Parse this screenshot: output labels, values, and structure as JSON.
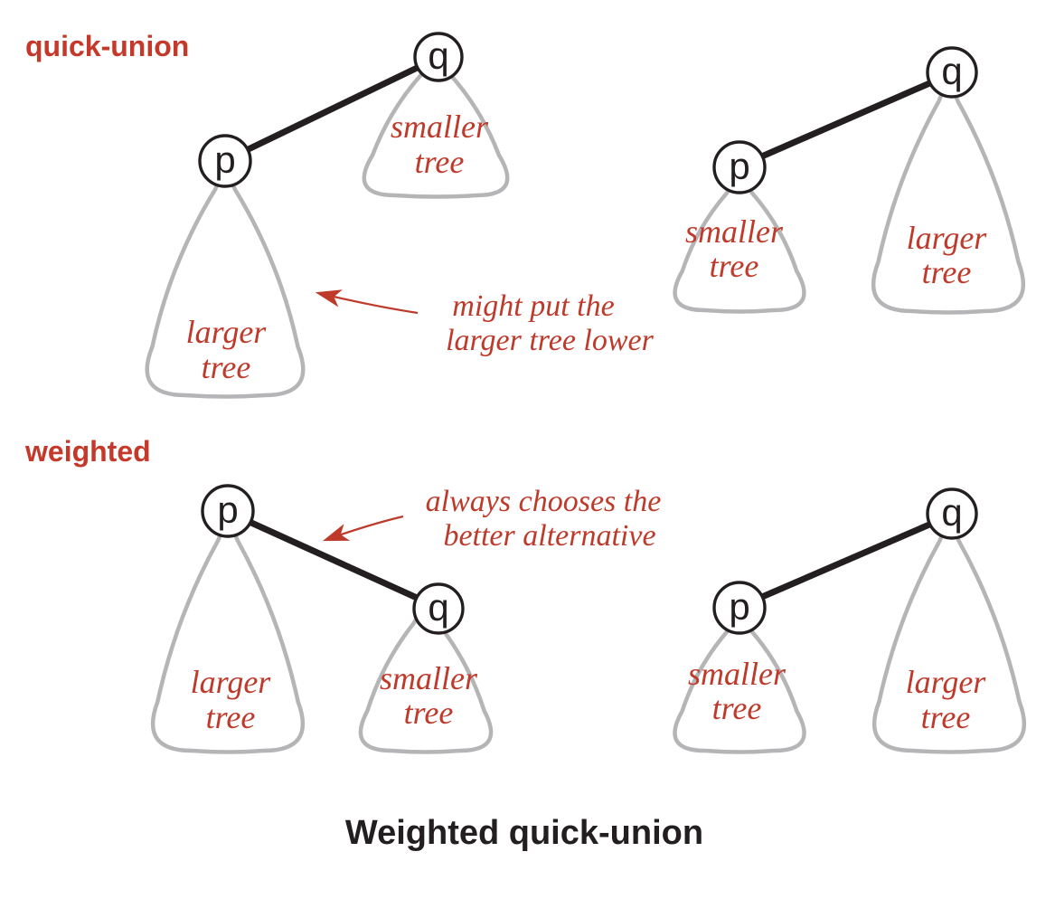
{
  "sections": {
    "quick_union_label": "quick-union",
    "weighted_label": "weighted"
  },
  "caption": "Weighted quick-union",
  "nodes": {
    "p": "p",
    "q": "q"
  },
  "tree_labels": {
    "smaller": {
      "line1": "smaller",
      "line2": "tree"
    },
    "larger": {
      "line1": "larger",
      "line2": "tree"
    }
  },
  "annotations": {
    "quick_union_note": {
      "line1": "might put the",
      "line2": "larger tree lower"
    },
    "weighted_note": {
      "line1": "always chooses the",
      "line2": "better alternative"
    }
  },
  "colors": {
    "section_label_red": "#c5392b",
    "note_red": "#be3a2b",
    "tree_outline_gray": "#b5b5b7",
    "edge_black": "#231f20",
    "caption_black": "#231f20",
    "node_fill": "#ffffff"
  }
}
